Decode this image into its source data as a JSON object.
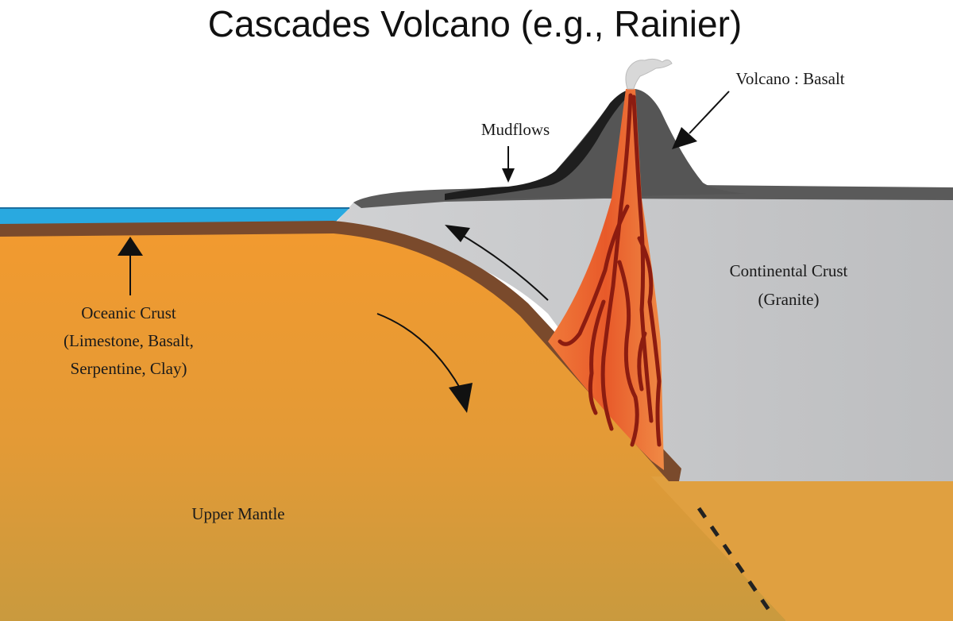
{
  "title": "Cascades Volcano (e.g., Rainier)",
  "labels": {
    "volcano": "Volcano : Basalt",
    "mudflows": "Mudflows",
    "continental_crust": [
      "Continental Crust",
      "(Granite)"
    ],
    "oceanic_crust": [
      "Oceanic Crust",
      "(Limestone, Basalt,",
      "Serpentine, Clay)"
    ],
    "upper_mantle": "Upper Mantle"
  },
  "colors": {
    "mantle": "#e7982f",
    "oceanic_crust": "#7a4a2c",
    "continental_crust": "#c7c8ca",
    "volcano": "#555555",
    "magma": "#e2552a",
    "magma_veins": "#8c1c10",
    "ocean": "#29a9e0"
  }
}
